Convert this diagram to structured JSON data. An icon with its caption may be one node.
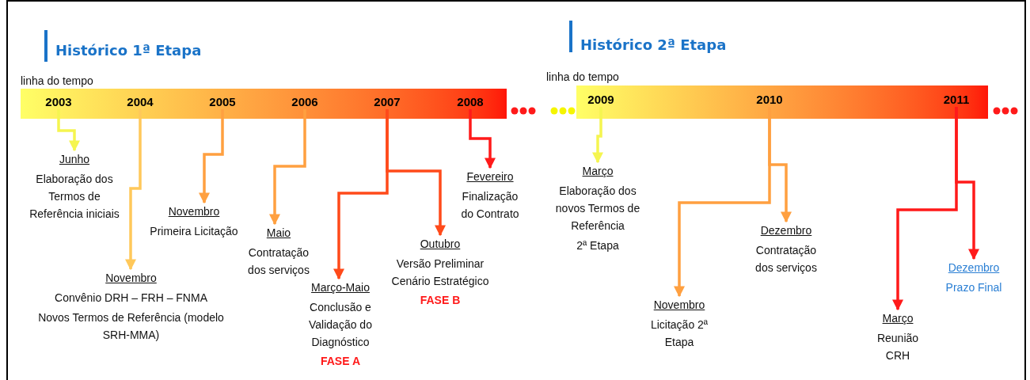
{
  "diagram": {
    "nodes": [
      {
        "text": [],
        "shape": "bar"
      },
      {
        "text": [
          "2003"
        ],
        "in": 0
      },
      {
        "text": [
          "2004"
        ],
        "in": 0
      },
      {
        "text": [
          "2005"
        ],
        "in": 0
      },
      {
        "text": [
          "2006"
        ],
        "in": 0
      },
      {
        "text": [
          "2007"
        ],
        "in": 0
      },
      {
        "text": [
          "2008"
        ],
        "in": 0
      },
      {
        "text": [
          "Junho",
          "Elaboração dos Termos de Referência iniciais"
        ]
      },
      {
        "text": [
          "Novembro",
          "Convênio DRH – FRH – FNMA",
          "Novos Termos de Referência (modelo SRH-MMA)"
        ]
      },
      {
        "text": [
          "Novembro",
          "Primeira Licitação"
        ]
      },
      {
        "text": [
          "Maio",
          "Contratação dos serviços"
        ]
      },
      {
        "text": [
          "Março-Maio",
          "Conclusão e Validação do Diagnóstico",
          "FASE A"
        ]
      },
      {
        "text": [
          "Outubro",
          "Versão Preliminar Cenário Estratégico",
          "FASE B"
        ]
      },
      {
        "text": [
          "Fevereiro",
          "Finalização do Contrato"
        ]
      },
      {
        "text": [],
        "shape": "bar"
      },
      {
        "text": [
          "2009"
        ],
        "in": 14
      },
      {
        "text": [
          "2010"
        ],
        "in": 14
      },
      {
        "text": [
          "2011"
        ],
        "in": 14
      },
      {
        "text": [
          "Março",
          "Elaboração dos novos Termos de Referência",
          "2ª Etapa"
        ]
      },
      {
        "text": [
          "Novembro",
          "Licitação 2ª Etapa"
        ]
      },
      {
        "text": [
          "Dezembro",
          "Contratação dos serviços"
        ]
      },
      {
        "text": [
          "Março",
          "Reunião CRH"
        ]
      },
      {
        "text": [
          "Dezembro",
          "Prazo Final"
        ]
      }
    ],
    "edges": [
      {
        "from": 1,
        "to": 7,
        "arrow": "to",
        "color": "#f5f550"
      },
      {
        "from": 2,
        "to": 8,
        "arrow": "to",
        "color": "#ffc85a"
      },
      {
        "from": 3,
        "to": 9,
        "arrow": "to",
        "color": "#ffa040"
      },
      {
        "from": 4,
        "to": 10,
        "arrow": "to",
        "color": "#ffa040"
      },
      {
        "from": 5,
        "to": 11,
        "arrow": "to",
        "color": "#ff4a1a"
      },
      {
        "from": 5,
        "to": 12,
        "arrow": "to",
        "color": "#ff4a1a"
      },
      {
        "from": 6,
        "to": 13,
        "arrow": "to",
        "color": "#ff1a1a"
      },
      {
        "from": 15,
        "to": 18,
        "arrow": "to",
        "color": "#f5f550"
      },
      {
        "from": 16,
        "to": 19,
        "arrow": "to",
        "color": "#ffa040"
      },
      {
        "from": 16,
        "to": 20,
        "arrow": "to",
        "color": "#ffa040"
      },
      {
        "from": 17,
        "to": 21,
        "arrow": "to",
        "color": "#ff1a1a"
      },
      {
        "from": 17,
        "to": 22,
        "arrow": "to",
        "color": "#ff1a1a"
      }
    ],
    "labels": [
      "Histórico 1ª Etapa",
      "linha do tempo",
      "Histórico 2ª Etapa",
      "linha do tempo"
    ]
  }
}
